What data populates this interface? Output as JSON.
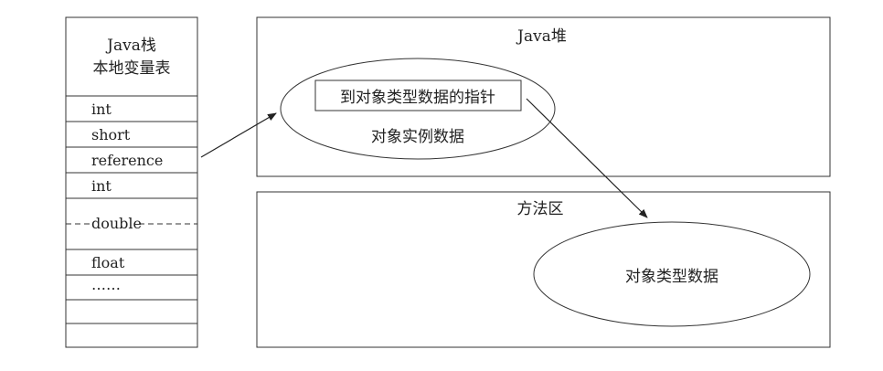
{
  "stack": {
    "title_line1": "Java栈",
    "title_line2": "本地变量表",
    "rows": [
      "int",
      "short",
      "reference",
      "int",
      "double",
      "float",
      "……",
      "",
      ""
    ]
  },
  "heap": {
    "title": "Java堆",
    "pointer_label": "到对象类型数据的指针",
    "instance_label": "对象实例数据"
  },
  "method_area": {
    "title": "方法区",
    "type_data_label": "对象类型数据"
  }
}
